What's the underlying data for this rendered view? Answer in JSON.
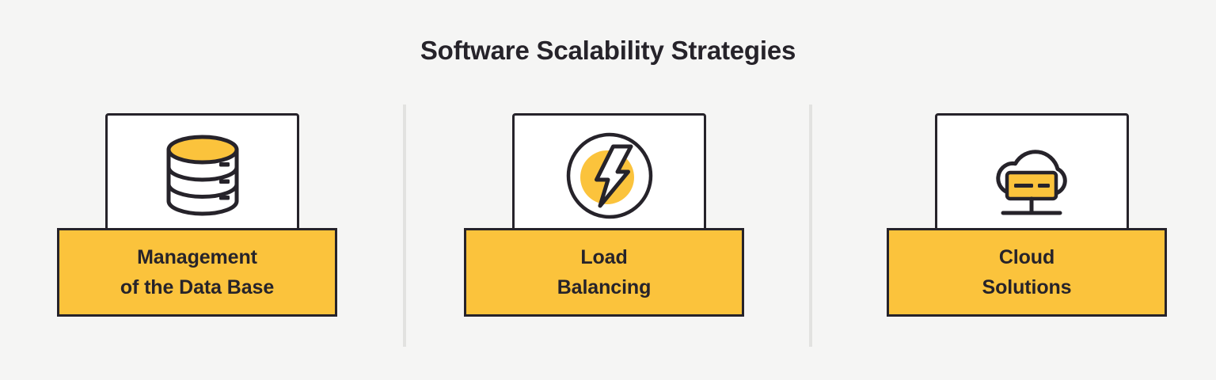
{
  "page": {
    "title": "Software Scalability Strategies",
    "background_color": "#f5f5f4",
    "accent_color": "#fbc33c",
    "ink_color": "#26232a",
    "divider_color": "#e2e2e0"
  },
  "cards": [
    {
      "icon": "database-icon",
      "label": "Management\nof the Data Base"
    },
    {
      "icon": "lightning-bolt-icon",
      "label": "Load\nBalancing"
    },
    {
      "icon": "cloud-server-icon",
      "label": "Cloud\nSolutions"
    }
  ],
  "dividers": [
    {
      "name": "divider-1"
    },
    {
      "name": "divider-2"
    }
  ]
}
